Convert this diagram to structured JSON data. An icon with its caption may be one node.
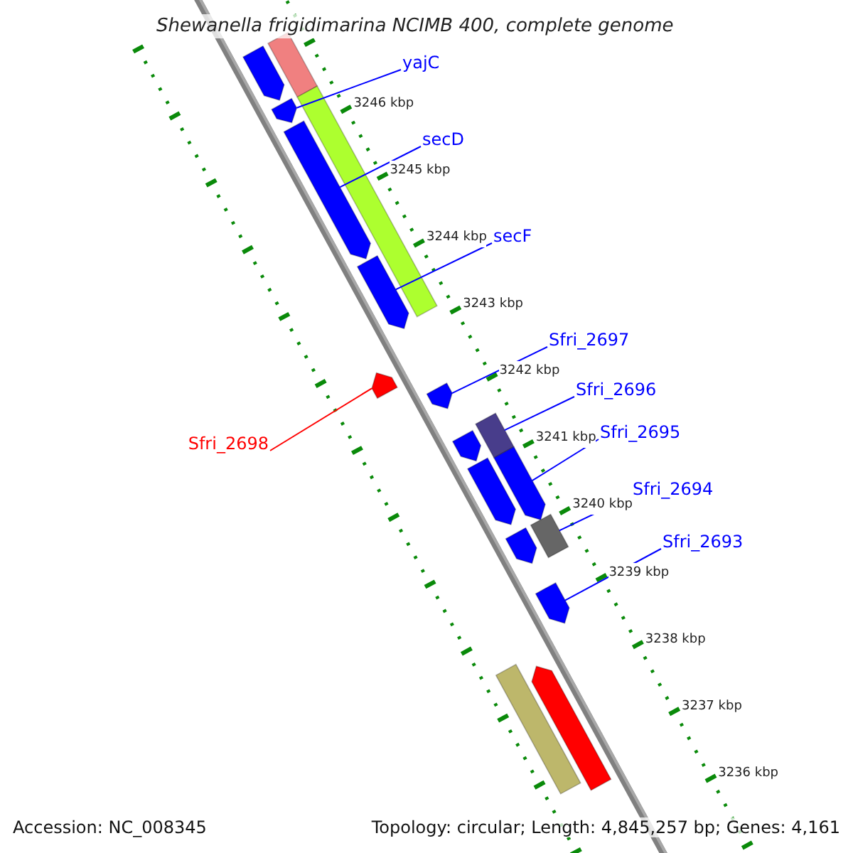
{
  "diagram": {
    "title": "Shewanella frigidimarina NCIMB 400, complete genome",
    "nodes": [
      {
        "text": [
          "yajC"
        ]
      },
      {
        "text": [
          "secD"
        ]
      },
      {
        "text": [
          "secF"
        ]
      },
      {
        "text": [
          "Sfri_2697"
        ]
      },
      {
        "text": [
          "Sfri_2696"
        ]
      },
      {
        "text": [
          "Sfri_2695"
        ]
      },
      {
        "text": [
          "Sfri_2698"
        ]
      },
      {
        "text": [
          "Sfri_2694"
        ]
      },
      {
        "text": [
          "Sfri_2693"
        ]
      },
      {
        "text": [],
        "shape": "bar"
      },
      {
        "text": [],
        "shape": "bar"
      },
      {
        "text": [],
        "shape": "bar"
      },
      {
        "text": [],
        "shape": "bar"
      },
      {
        "text": [],
        "shape": "bar"
      },
      {
        "text": [],
        "shape": "bar"
      },
      {
        "text": [],
        "shape": "bar"
      },
      {
        "text": [],
        "shape": "bar"
      },
      {
        "text": [],
        "shape": "bar"
      },
      {
        "text": [],
        "shape": "bar"
      },
      {
        "text": [],
        "shape": "bar"
      },
      {
        "text": [],
        "shape": "bar"
      },
      {
        "text": [],
        "shape": "bar"
      },
      {
        "text": [],
        "shape": "bar"
      },
      {
        "text": [],
        "shape": "bar"
      },
      {
        "text": [],
        "shape": "bar"
      },
      {
        "text": [],
        "shape": "bar"
      }
    ],
    "edges": [
      {
        "from": 0,
        "to": 9,
        "arrow": "none"
      },
      {
        "from": 1,
        "to": 10,
        "arrow": "none"
      },
      {
        "from": 2,
        "to": 11,
        "arrow": "none"
      },
      {
        "from": 3,
        "to": 12,
        "arrow": "none"
      },
      {
        "from": 4,
        "to": 13,
        "arrow": "none"
      },
      {
        "from": 5,
        "to": 14,
        "arrow": "none"
      },
      {
        "from": 6,
        "to": 15,
        "arrow": "none",
        "color": "#ff0000"
      },
      {
        "from": 7,
        "to": 16,
        "arrow": "none"
      },
      {
        "from": 8,
        "to": 17,
        "arrow": "none"
      }
    ],
    "labels": [
      "3246 kbp",
      "3245 kbp",
      "3244 kbp",
      "3243 kbp",
      "3242 kbp",
      "3241 kbp",
      "3240 kbp",
      "3239 kbp",
      "3238 kbp",
      "3237 kbp",
      "3236 kbp",
      "Accession: NC_008345",
      "Topology: circular; Length: 4,845,257 bp; Genes: 4,161"
    ]
  }
}
